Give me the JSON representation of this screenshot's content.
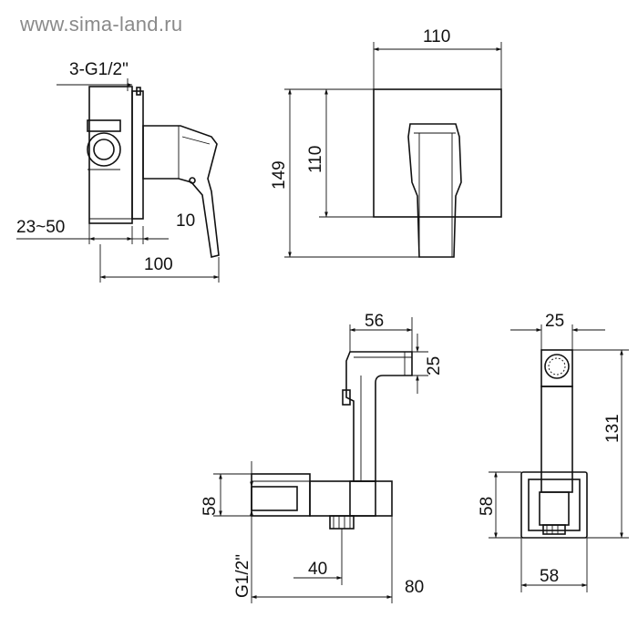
{
  "watermark": "www.sima-land.ru",
  "dims": {
    "thread_top": "3-G1/2\"",
    "wall_range": "23~50",
    "plate_depth": "10",
    "total_depth": "100",
    "plate_width": "110",
    "plate_height": "110",
    "total_height": "149",
    "handshower_len": "56",
    "handshower_h": "25",
    "holder_side": "58",
    "thread_side": "G1/2\"",
    "outlet_offset": "40",
    "outlet_depth": "80",
    "head_width": "25",
    "head_height": "131",
    "front_h": "58",
    "front_w": "58"
  }
}
